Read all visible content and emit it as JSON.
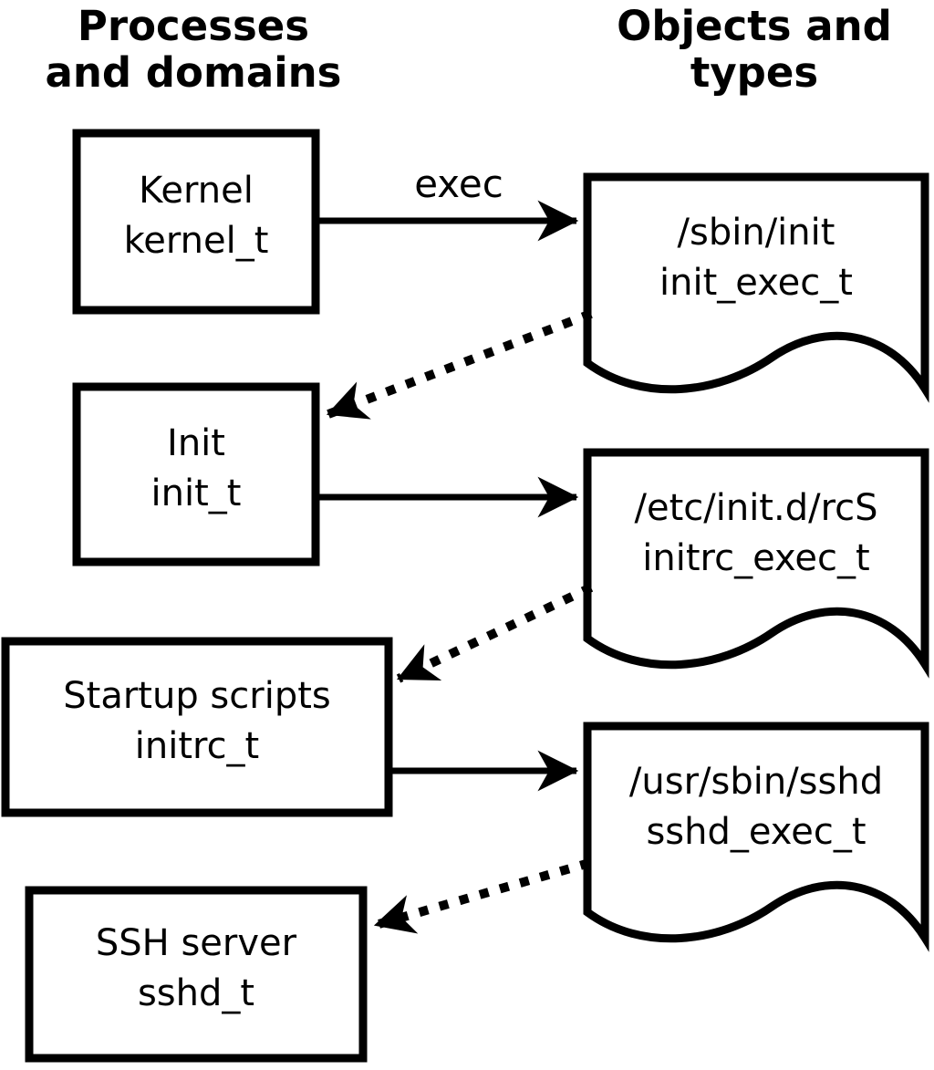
{
  "headers": {
    "left_line1": "Processes",
    "left_line2": "and domains",
    "right_line1": "Objects and",
    "right_line2": "types"
  },
  "processes": [
    {
      "name": "Kernel",
      "type": "kernel_t"
    },
    {
      "name": "Init",
      "type": "init_t"
    },
    {
      "name": "Startup scripts",
      "type": "initrc_t"
    },
    {
      "name": "SSH server",
      "type": "sshd_t"
    }
  ],
  "objects": [
    {
      "path": "/sbin/init",
      "type": "init_exec_t"
    },
    {
      "path": "/etc/init.d/rcS",
      "type": "initrc_exec_t"
    },
    {
      "path": "/usr/sbin/sshd",
      "type": "sshd_exec_t"
    }
  ],
  "arrows": {
    "exec_label": "exec"
  },
  "colors": {
    "stroke": "#000000",
    "background": "#ffffff"
  }
}
